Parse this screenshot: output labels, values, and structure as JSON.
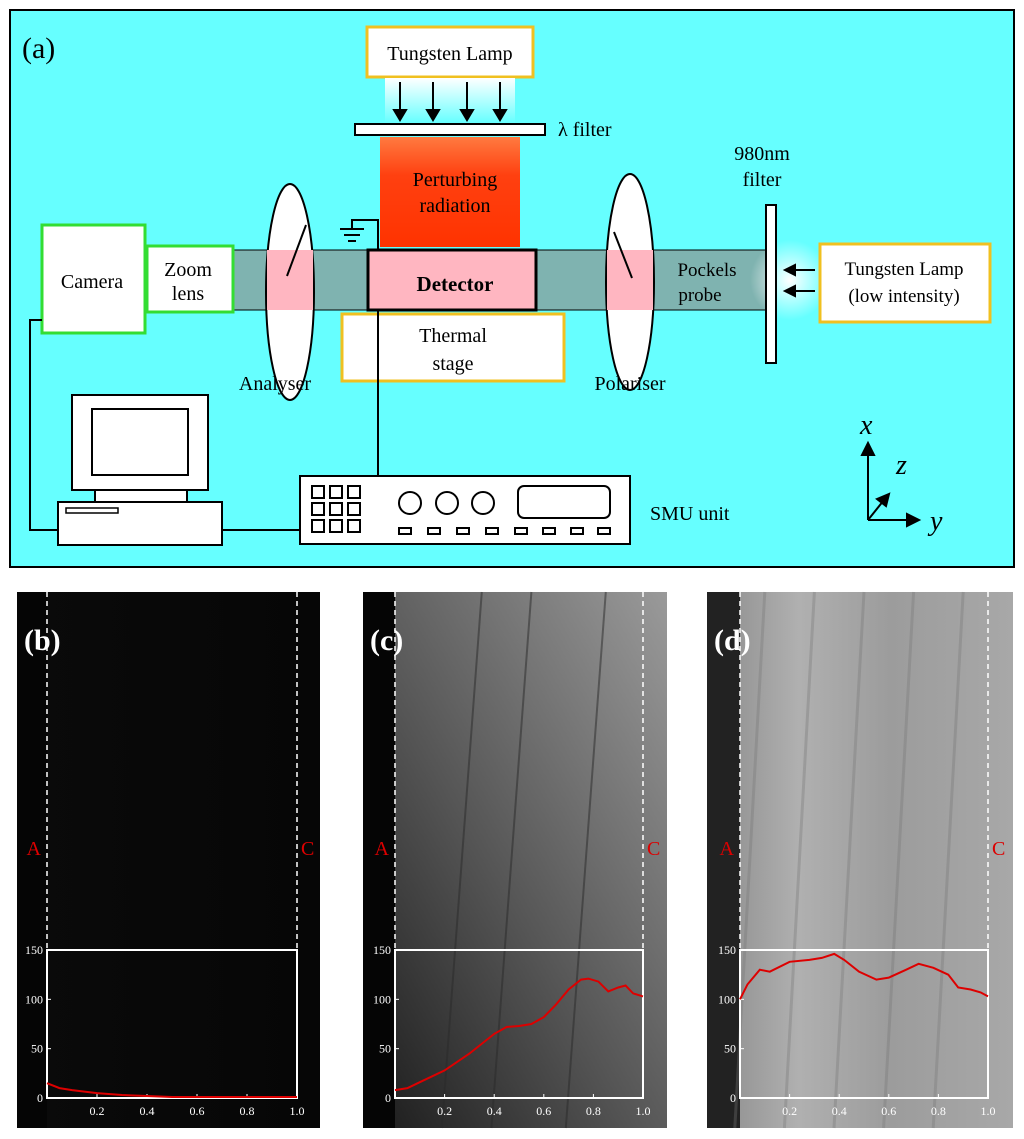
{
  "panel_a": {
    "label": "(a)",
    "tungsten_lamp_top": "Tungsten Lamp",
    "lambda_filter": "λ filter",
    "filter_980_line1": "980nm",
    "filter_980_line2": "filter",
    "perturbing_line1": "Perturbing",
    "perturbing_line2": "radiation",
    "camera": "Camera",
    "zoom_line1": "Zoom",
    "zoom_line2": "lens",
    "detector": "Detector",
    "pockels_line1": "Pockels",
    "pockels_line2": "probe",
    "tungsten_low_line1": "Tungsten Lamp",
    "tungsten_low_line2": "(low intensity)",
    "thermal_line1": "Thermal",
    "thermal_line2": "stage",
    "analyser": "Analyser",
    "polariser": "Polariser",
    "smu": "SMU unit",
    "axis_x": "x",
    "axis_y": "y",
    "axis_z": "z",
    "colors": {
      "background": "#66ffff",
      "beam": "#7fb3b0",
      "lens_pink": "#ffb6c1",
      "radiation": "#ff3300",
      "camera_border": "#33dd33",
      "lamp_border": "#f0c020"
    }
  },
  "chart_data": [
    {
      "type": "line",
      "panel_label": "(b)",
      "left_marker": "A",
      "right_marker": "C",
      "ylim": [
        0,
        150
      ],
      "xlim": [
        0,
        1.0
      ],
      "yticks": [
        "0",
        "50",
        "100",
        "150"
      ],
      "xticks": [
        "0.2",
        "0.4",
        "0.6",
        "0.8",
        "1.0"
      ],
      "x": [
        0,
        0.05,
        0.1,
        0.2,
        0.3,
        0.4,
        0.5,
        0.6,
        0.7,
        0.8,
        0.9,
        1.0
      ],
      "values": [
        15,
        10,
        8,
        5,
        3,
        2,
        1,
        1,
        1,
        1,
        1,
        1
      ],
      "line_color": "#dd0000",
      "background": "dark"
    },
    {
      "type": "line",
      "panel_label": "(c)",
      "left_marker": "A",
      "right_marker": "C",
      "ylim": [
        0,
        150
      ],
      "xlim": [
        0,
        1.0
      ],
      "yticks": [
        "0",
        "50",
        "100",
        "150"
      ],
      "xticks": [
        "0.2",
        "0.4",
        "0.6",
        "0.8",
        "1.0"
      ],
      "x": [
        0,
        0.05,
        0.1,
        0.2,
        0.3,
        0.4,
        0.45,
        0.5,
        0.55,
        0.6,
        0.65,
        0.7,
        0.75,
        0.78,
        0.82,
        0.86,
        0.9,
        0.93,
        0.96,
        1.0
      ],
      "values": [
        8,
        10,
        16,
        28,
        45,
        65,
        72,
        73,
        75,
        82,
        95,
        110,
        120,
        121,
        118,
        108,
        112,
        114,
        106,
        103
      ],
      "line_color": "#dd0000",
      "background": "mid"
    },
    {
      "type": "line",
      "panel_label": "(d)",
      "left_marker": "A",
      "right_marker": "C",
      "ylim": [
        0,
        150
      ],
      "xlim": [
        0,
        1.0
      ],
      "yticks": [
        "0",
        "50",
        "100",
        "150"
      ],
      "xticks": [
        "0.2",
        "0.4",
        "0.6",
        "0.8",
        "1.0"
      ],
      "x": [
        0,
        0.03,
        0.08,
        0.12,
        0.2,
        0.28,
        0.33,
        0.38,
        0.42,
        0.48,
        0.55,
        0.6,
        0.67,
        0.72,
        0.78,
        0.84,
        0.88,
        0.93,
        0.97,
        1.0
      ],
      "values": [
        100,
        115,
        130,
        128,
        138,
        140,
        142,
        146,
        140,
        128,
        120,
        122,
        130,
        136,
        132,
        125,
        112,
        110,
        107,
        103
      ],
      "line_color": "#dd0000",
      "background": "light"
    }
  ]
}
